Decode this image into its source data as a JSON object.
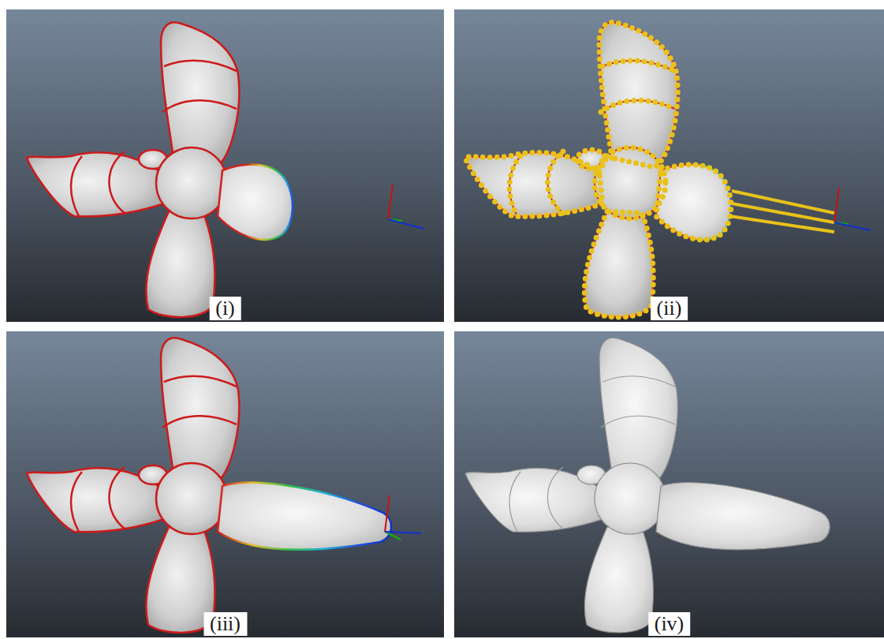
{
  "diagram": {
    "labels": [
      "(i)",
      "(ii)",
      "(iii)",
      "(iv)"
    ]
  }
}
